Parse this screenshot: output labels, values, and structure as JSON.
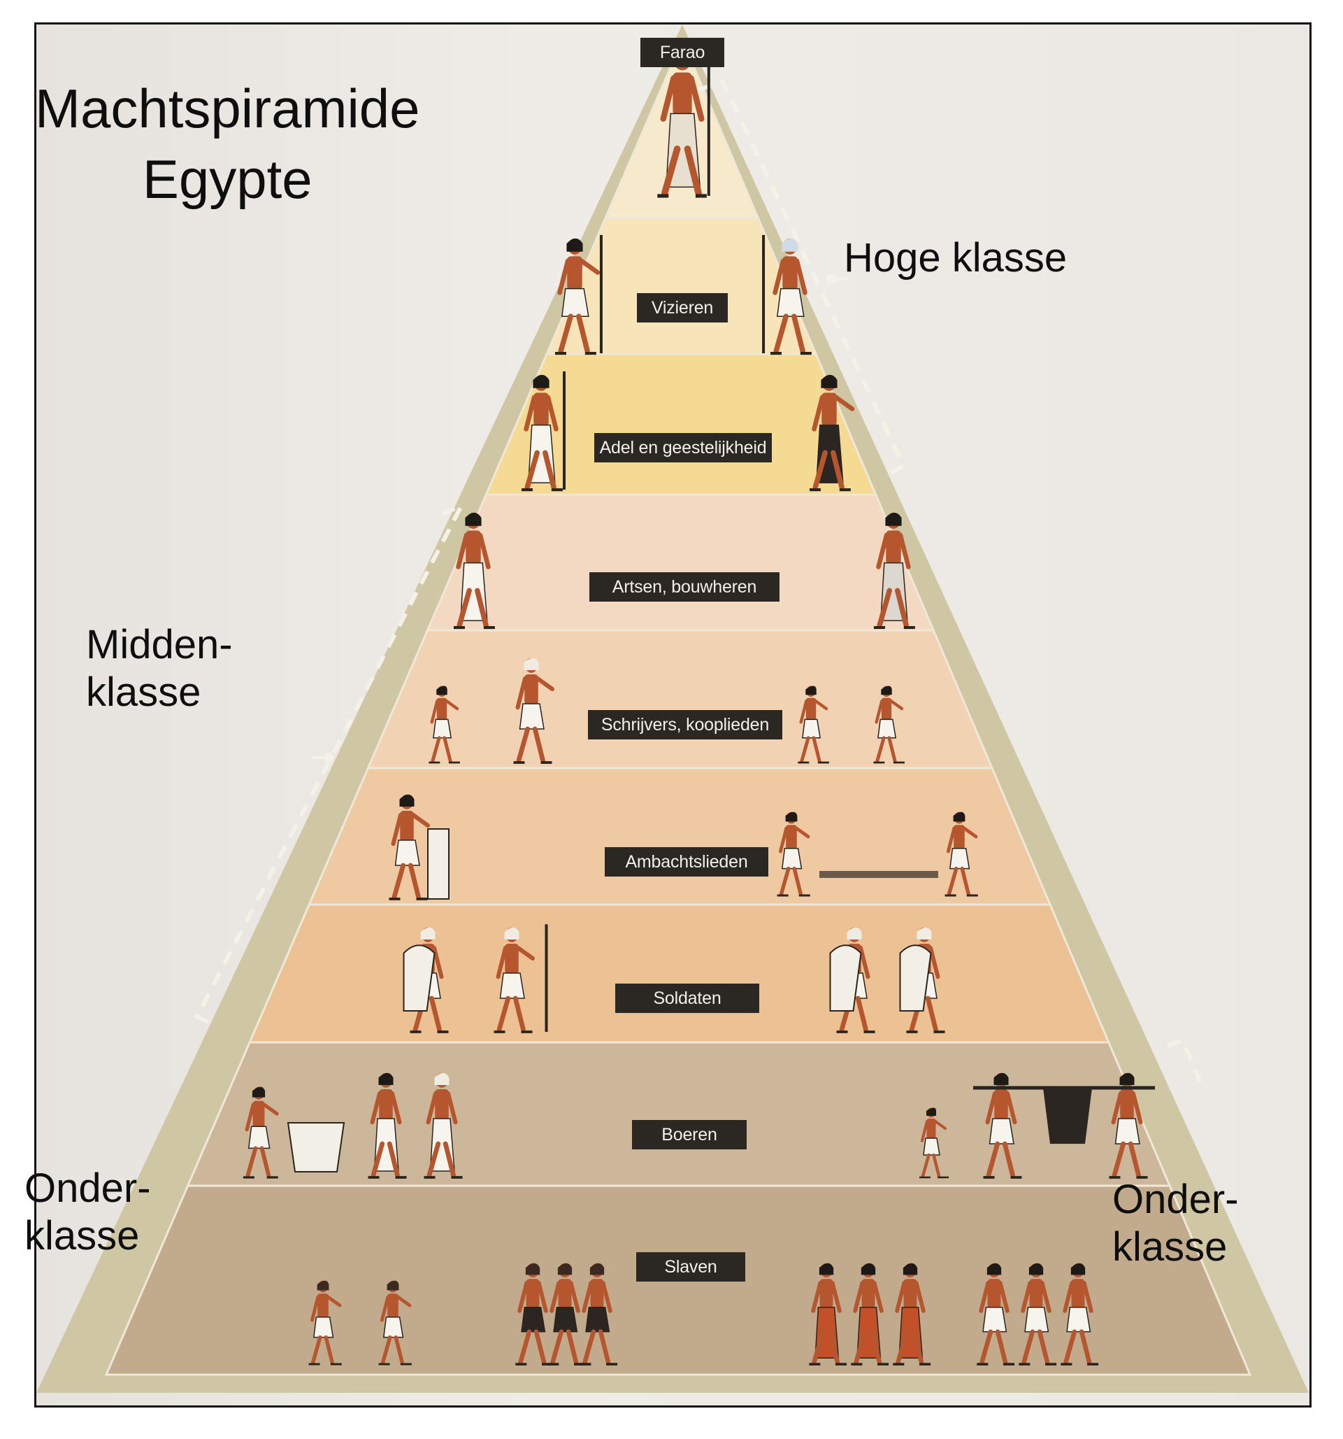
{
  "title": {
    "line1": "Machtspiramide",
    "line2": "Egypte"
  },
  "annotations": {
    "upper_class": "Hoge klasse",
    "middle_class": {
      "line1": "Midden-",
      "line2": "klasse"
    },
    "lower_class_left": {
      "line1": "Onder-",
      "line2": "klasse"
    },
    "lower_class_right": {
      "line1": "Onder-",
      "line2": "klasse"
    }
  },
  "tiers": [
    {
      "label": "Farao",
      "fill": "#f6e9cc"
    },
    {
      "label": "Vizieren",
      "fill": "#f7e4b8"
    },
    {
      "label": "Adel en geestelijkheid",
      "fill": "#f5da93"
    },
    {
      "label": "Artsen, bouwheren",
      "fill": "#f4d9c2"
    },
    {
      "label": "Schrijvers, kooplieden",
      "fill": "#f1d3b4"
    },
    {
      "label": "Ambachtslieden",
      "fill": "#efc9a2"
    },
    {
      "label": "Soldaten",
      "fill": "#ecc193"
    },
    {
      "label": "Boeren",
      "fill": "#cdb79a"
    },
    {
      "label": "Slaven",
      "fill": "#c2ab8c"
    }
  ],
  "colors": {
    "pyramid_border": "#cfc7a4",
    "label_bg": "#2b2824",
    "label_text": "#f3efe8",
    "figure_skin": "#b5562e",
    "figure_cloth": "#f7f4ee",
    "dashed_bracket": "#f4f1e8"
  }
}
